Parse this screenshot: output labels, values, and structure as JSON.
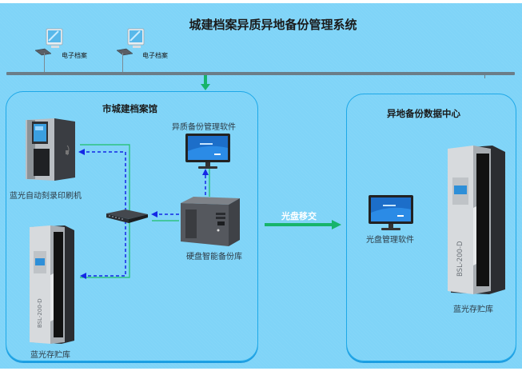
{
  "title": "城建档案异质异地备份管理系统",
  "network": {
    "clients": [
      {
        "label": "电子档案",
        "icon": "desktop-computer-icon"
      },
      {
        "label": "电子档案",
        "icon": "desktop-computer-icon"
      }
    ]
  },
  "left_panel": {
    "title": "市城建档案馆",
    "devices": {
      "printer": {
        "label": "蓝光自动刻录印刷机",
        "icon": "bluray-burner-printer-icon"
      },
      "software": {
        "label": "异质备份管理软件",
        "icon": "monitor-icon"
      },
      "switch": {
        "icon": "network-switch-icon"
      },
      "disk_server": {
        "label": "硬盘智能备份库",
        "icon": "disk-server-icon"
      },
      "storage": {
        "label": "蓝光存贮库",
        "model": "BSL-200-D",
        "icon": "bluray-storage-cabinet-icon"
      }
    }
  },
  "transfer": {
    "label": "光盘移交",
    "icon": "arrow-right-icon"
  },
  "right_panel": {
    "title": "异地备份数据中心",
    "devices": {
      "software": {
        "label": "光盘管理软件",
        "icon": "monitor-icon"
      },
      "storage": {
        "label": "蓝光存贮库",
        "model": "BSL-200-D",
        "icon": "bluray-storage-cabinet-icon"
      }
    }
  },
  "colors": {
    "background": "#7fd4f8",
    "panel_border": "#1ea8e8",
    "data_line_dashed": "#1428e6",
    "data_line_solid": "#1fbf6a",
    "arrow": "#17b46b",
    "bus": "#6b7d88"
  }
}
